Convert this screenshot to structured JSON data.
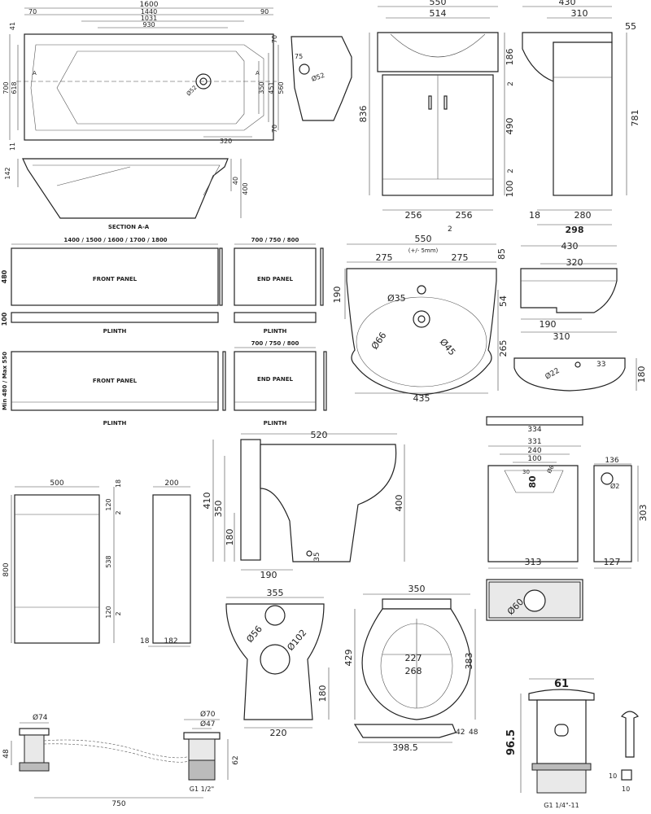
{
  "bath": {
    "plan": {
      "d1600": "1600",
      "d70": "70",
      "d1440": "1440",
      "d90": "90",
      "d1031": "1031",
      "d930": "930",
      "d41": "41",
      "d700": "700",
      "d618": "618",
      "d11": "11",
      "dA1": "A",
      "dA2": "A",
      "d75": "75",
      "d52a": "Ø52",
      "d52b": "Ø52",
      "d350": "350",
      "d451": "451",
      "d560": "560",
      "d70r1": "70",
      "d70r2": "70",
      "d320": "320"
    },
    "section": {
      "d142": "142",
      "d40": "40",
      "d400": "400",
      "caption": "SECTION A-A"
    }
  },
  "vanity": {
    "front": {
      "d550": "550",
      "d514": "514",
      "d186": "186",
      "d836": "836",
      "d2a": "2",
      "d490": "490",
      "d2b": "2",
      "d100": "100",
      "d256a": "256",
      "d256b": "256",
      "d2c": "2"
    },
    "side": {
      "d430": "430",
      "d310": "310",
      "d55": "55",
      "d781": "781",
      "d18": "18",
      "d280": "280",
      "d298": "298"
    }
  },
  "panels": {
    "front_panel_top": {
      "size": "1400 / 1500 / 1600 / 1700 / 1800",
      "label": "FRONT PANEL",
      "height": "480",
      "plinth_h": "100",
      "plinth": "PLINTH"
    },
    "end_panel_top": {
      "size": "700 / 750 / 800",
      "label": "END PANEL",
      "plinth": "PLINTH"
    },
    "front_panel_bottom": {
      "label": "FRONT PANEL",
      "height": "Min 480 / Max 550",
      "plinth": "PLINTH"
    },
    "end_panel_bottom": {
      "size": "700 / 750 / 800",
      "label": "END PANEL",
      "plinth": "PLINTH"
    }
  },
  "basin": {
    "plan": {
      "d550": "550",
      "tol": "(+/- 5mm)",
      "d275a": "275",
      "d275b": "275",
      "d85": "85",
      "d190": "190",
      "d54": "54",
      "d35": "Ø35",
      "d66": "Ø66",
      "d45": "Ø45",
      "d265": "265",
      "d435": "435"
    },
    "side": {
      "d430": "430",
      "d320": "320",
      "d190": "190",
      "d310": "310"
    },
    "front": {
      "d22": "Ø22",
      "d33": "33",
      "d180": "180"
    }
  },
  "wc": {
    "side": {
      "d520": "520",
      "d410": "410",
      "d350": "350",
      "d180": "180",
      "d400": "400",
      "d35": "35",
      "d190": "190"
    },
    "rear": {
      "d355": "355",
      "d56": "Ø56",
      "d102": "Ø102",
      "d180": "180",
      "d220": "220"
    },
    "seat": {
      "d350": "350",
      "d429": "429",
      "d227": "227",
      "d268": "268",
      "d383": "383",
      "d42": "42",
      "d48": "48",
      "d398": "398.5"
    }
  },
  "cistern": {
    "front": {
      "d334": "334",
      "d331": "331",
      "d240": "240",
      "d100": "100",
      "d30": "30",
      "d6": "Ø6",
      "d80": "80",
      "d303": "303",
      "d313": "313"
    },
    "side": {
      "d136": "136",
      "d2": "Ø2",
      "d127": "127"
    },
    "top": {
      "d60": "Ø60"
    }
  },
  "unit": {
    "front": {
      "d500": "500",
      "d18": "18",
      "d120a": "120",
      "d2a": "2",
      "d800": "800",
      "d538": "538",
      "d120b": "120",
      "d2b": "2"
    },
    "side": {
      "d200": "200",
      "d18": "18",
      "d182": "182"
    }
  },
  "waste": {
    "d74": "Ø74",
    "d70": "Ø70",
    "d47": "Ø47",
    "d48": "48",
    "d62": "62",
    "d750": "750",
    "thread": "G1 1/2\""
  },
  "basin_waste": {
    "d61": "61",
    "d96": "96.5",
    "d10a": "10",
    "d10b": "10",
    "thread": "G1 1/4\"-11"
  }
}
